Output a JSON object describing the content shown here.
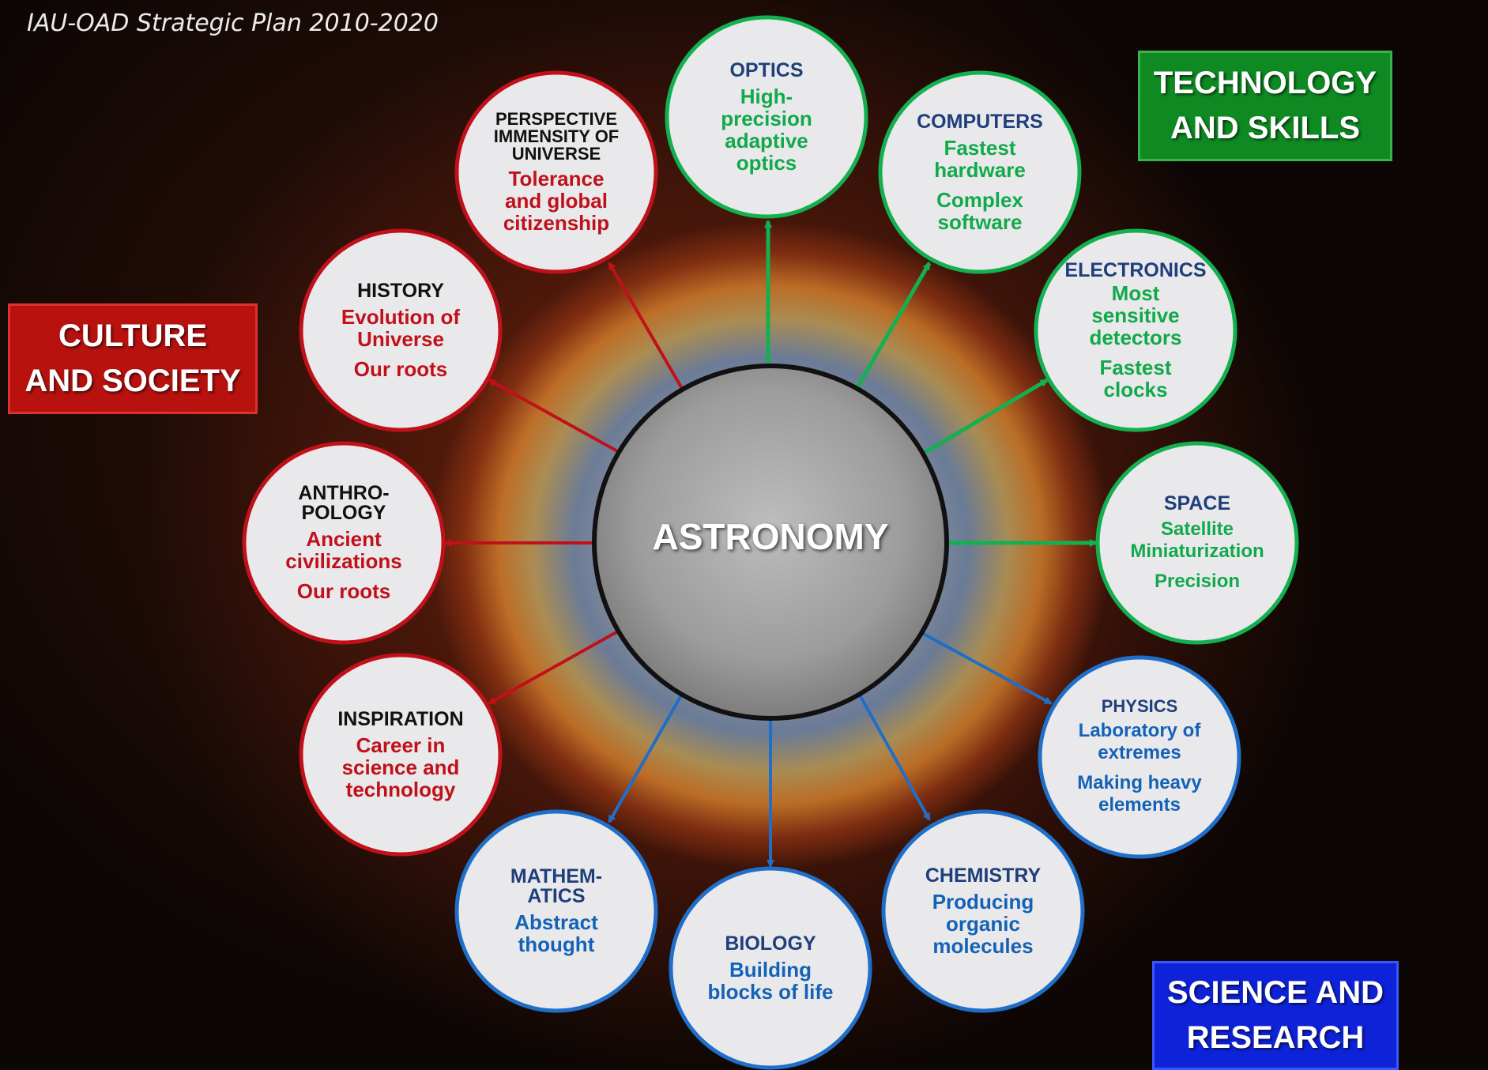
{
  "title": "IAU-OAD Strategic Plan 2010-2020",
  "hub": {
    "label": "ASTRONOMY"
  },
  "categories": {
    "culture": {
      "lines": [
        "CULTURE",
        "AND SOCIETY"
      ],
      "color": "#b8120f"
    },
    "technology": {
      "lines": [
        "TECHNOLOGY",
        "AND SKILLS"
      ],
      "color": "#0f8a22"
    },
    "science": {
      "lines": [
        "SCIENCE AND",
        "RESEARCH"
      ],
      "color": "#0e23d8"
    }
  },
  "colors": {
    "culture": "#c0111a",
    "technology": "#14b050",
    "science": "#1f6ec8"
  },
  "nodes": {
    "perspective": {
      "title_lines": [
        "PERSPECTIVE",
        "IMMENSITY OF",
        "UNIVERSE"
      ],
      "body_lines": [
        "Tolerance",
        "and global",
        "citizenship"
      ]
    },
    "history": {
      "title_lines": [
        "HISTORY"
      ],
      "body_lines": [
        "Evolution of",
        "Universe"
      ],
      "extra": "Our roots"
    },
    "anthropology": {
      "title_lines": [
        "ANTHRO-",
        "POLOGY"
      ],
      "body_lines": [
        "Ancient",
        "civilizations"
      ],
      "extra": "Our roots"
    },
    "inspiration": {
      "title_lines": [
        "INSPIRATION"
      ],
      "body_lines": [
        "Career in",
        "science and",
        "technology"
      ]
    },
    "optics": {
      "title_lines": [
        "OPTICS"
      ],
      "body_lines": [
        "High-",
        "precision",
        "adaptive",
        "optics"
      ]
    },
    "computers": {
      "title_lines": [
        "COMPUTERS"
      ],
      "body_lines": [
        "Fastest",
        "hardware"
      ],
      "extra_lines": [
        "Complex",
        "software"
      ]
    },
    "electronics": {
      "title_lines": [
        "ELECTRONICS"
      ],
      "body_lines": [
        "Most",
        "sensitive",
        "detectors"
      ],
      "extra_lines": [
        "Fastest",
        "clocks"
      ]
    },
    "space": {
      "title_lines": [
        "SPACE"
      ],
      "body_lines": [
        "Satellite",
        "Miniaturization"
      ],
      "extra": "Precision"
    },
    "physics": {
      "title_lines": [
        "PHYSICS"
      ],
      "body_lines": [
        "Laboratory of",
        "extremes"
      ],
      "extra_lines": [
        "Making heavy",
        "elements"
      ]
    },
    "chemistry": {
      "title_lines": [
        "CHEMISTRY"
      ],
      "body_lines": [
        "Producing",
        "organic",
        "molecules"
      ]
    },
    "biology": {
      "title_lines": [
        "BIOLOGY"
      ],
      "body_lines": [
        "Building",
        "blocks of life"
      ]
    },
    "mathematics": {
      "title_lines": [
        "MATHEM-",
        "ATICS"
      ],
      "body_lines": [
        "Abstract",
        "thought"
      ]
    }
  }
}
